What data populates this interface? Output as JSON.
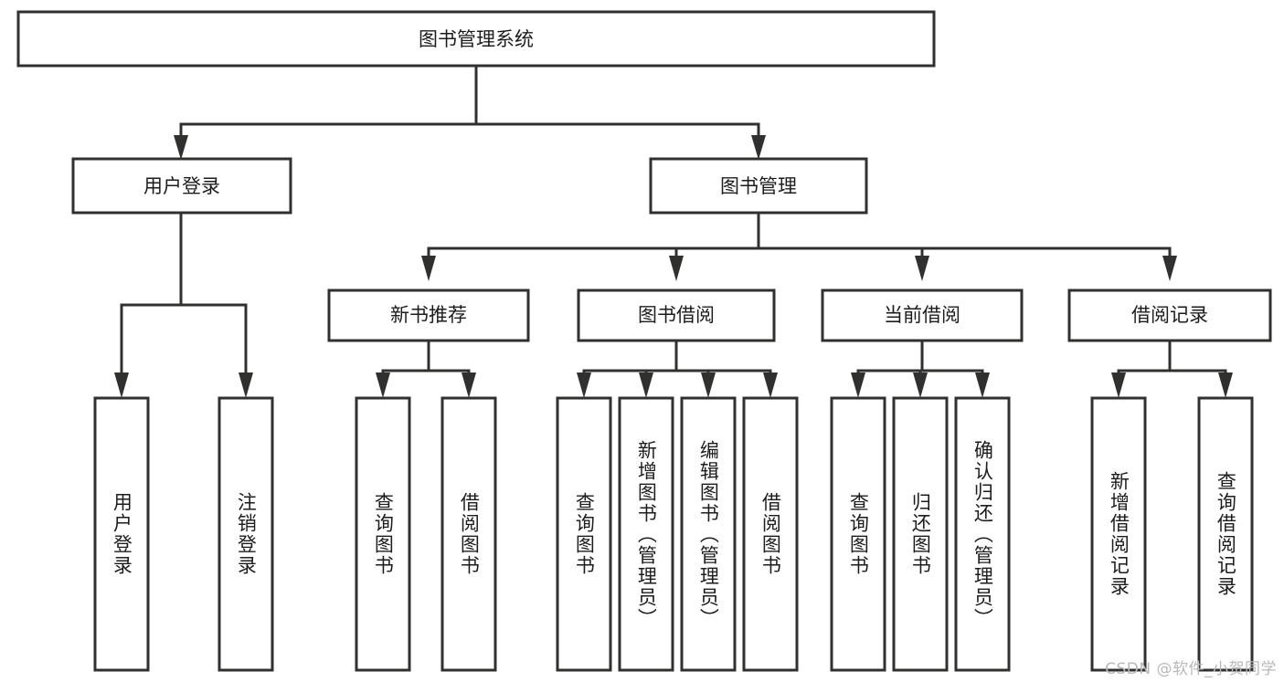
{
  "diagram": {
    "type": "tree",
    "title": "图书管理系统",
    "watermark": "CSDN @软件_小贺同学",
    "colors": {
      "stroke": "#30302f",
      "fill": "#ffffff",
      "text": "#1c1c1c",
      "watermark": "#b8b8b8"
    },
    "root": {
      "label": "图书管理系统"
    },
    "level1": [
      {
        "label": "用户登录"
      },
      {
        "label": "图书管理"
      }
    ],
    "level2": [
      {
        "label": "新书推荐"
      },
      {
        "label": "图书借阅"
      },
      {
        "label": "当前借阅"
      },
      {
        "label": "借阅记录"
      }
    ],
    "leaves": [
      {
        "label": "用户登录",
        "parent": "用户登录"
      },
      {
        "label": "注销登录",
        "parent": "用户登录"
      },
      {
        "label": "查询图书",
        "parent": "新书推荐"
      },
      {
        "label": "借阅图书",
        "parent": "新书推荐"
      },
      {
        "label": "查询图书",
        "parent": "图书借阅"
      },
      {
        "label": "新增图书（管理员）",
        "parent": "图书借阅"
      },
      {
        "label": "编辑图书（管理员）",
        "parent": "图书借阅"
      },
      {
        "label": "借阅图书",
        "parent": "图书借阅"
      },
      {
        "label": "查询图书",
        "parent": "当前借阅"
      },
      {
        "label": "归还图书",
        "parent": "当前借阅"
      },
      {
        "label": "确认归还（管理员）",
        "parent": "当前借阅"
      },
      {
        "label": "新增借阅记录",
        "parent": "借阅记录"
      },
      {
        "label": "查询借阅记录",
        "parent": "借阅记录"
      }
    ]
  }
}
